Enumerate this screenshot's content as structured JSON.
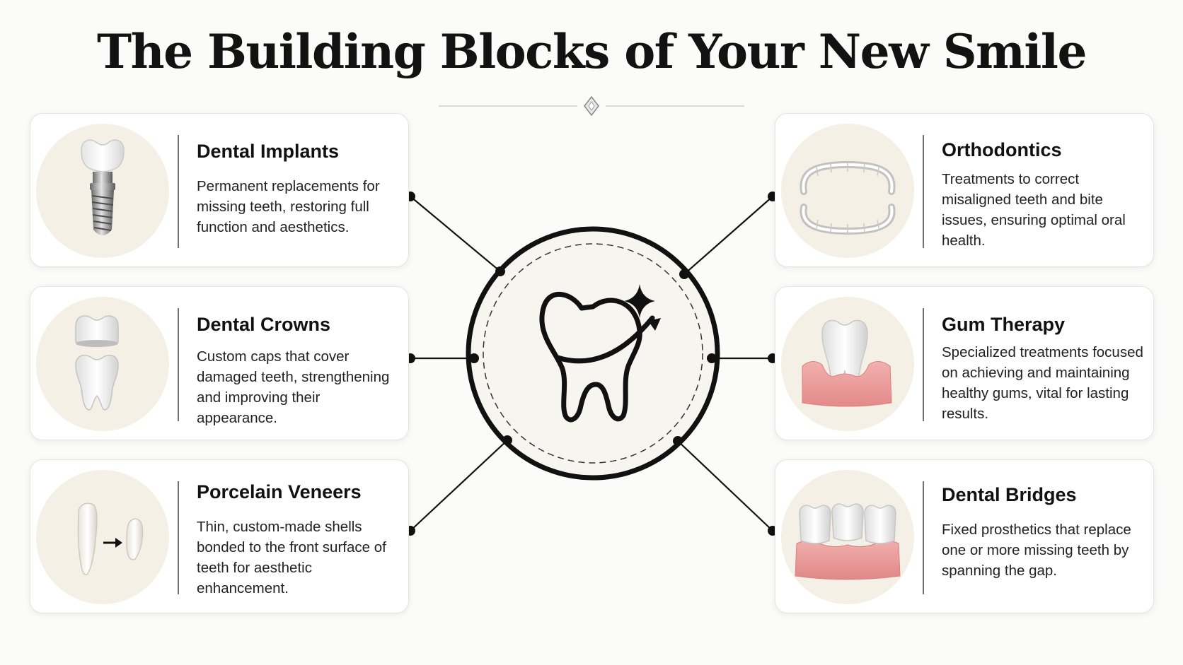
{
  "title": "The Building Blocks of Your New Smile",
  "colors": {
    "background": "#fbfbfa",
    "card": "#ffffff",
    "illustration_bg": "#f4f0e5",
    "connector": "#111111",
    "gum": "#e89a9a"
  },
  "hub": {
    "icon": "sparkling-tooth-icon"
  },
  "cards": {
    "implants": {
      "title": "Dental Implants",
      "desc": "Permanent replacements for missing teeth, restoring full function and aesthetics.",
      "icon": "implant-icon"
    },
    "crowns": {
      "title": "Dental Crowns",
      "desc": "Custom caps that cover damaged teeth, strengthening and improving their appearance.",
      "icon": "crown-icon"
    },
    "veneers": {
      "title": "Porcelain Veneers",
      "desc": "Thin, custom-made shells bonded to the front surface of teeth for aesthetic enhancement.",
      "icon": "veneer-icon"
    },
    "ortho": {
      "title": "Orthodontics",
      "desc": "Treatments to correct misaligned teeth and bite issues, ensuring optimal oral health.",
      "icon": "clear-aligner-icon"
    },
    "gum": {
      "title": "Gum Therapy",
      "desc": "Specialized treatments focused on achieving and maintaining healthy gums, vital for lasting results.",
      "icon": "tooth-gum-icon"
    },
    "bridges": {
      "title": "Dental Bridges",
      "desc": "Fixed prosthetics that replace one or more missing teeth by spanning the gap.",
      "icon": "bridge-icon"
    }
  }
}
